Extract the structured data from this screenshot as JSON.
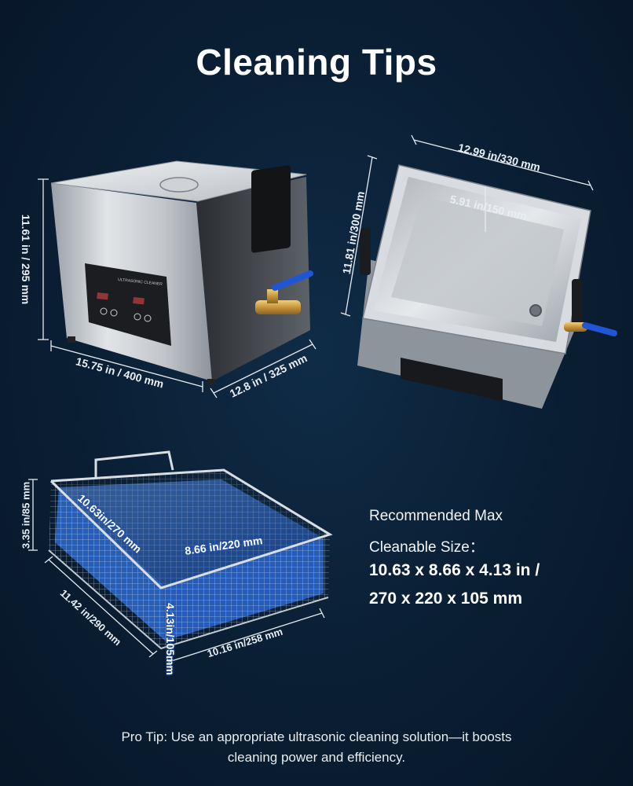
{
  "title": "Cleaning Tips",
  "panel_text": "ULTRASONIC CLEANER",
  "dims": {
    "height_outer": "11.61 in / 295 mm",
    "width_outer": "15.75 in / 400 mm",
    "depth_outer": "12.8 in / 325 mm",
    "tank_width": "12.99 in/330 mm",
    "tank_depth": "11.81 in/300 mm",
    "tank_inner": "5.91 in/150 mm",
    "basket_height": "3.35 in/85 mm",
    "basket_depth": "11.42 in/290 mm",
    "basket_width": "10.16 in/258 mm",
    "max_length": "10.63in/270 mm",
    "max_width": "8.66 in/220 mm",
    "max_height": "4.13in/105mm"
  },
  "recommend": {
    "line1": "Recommended Max",
    "line2": "Cleanable Size：",
    "line3": "10.63 x 8.66 x 4.13 in /",
    "line4": "270 x 220 x 105 mm"
  },
  "tip": {
    "line1": "Pro Tip: Use an appropriate ultrasonic cleaning solution—it boosts",
    "line2": "cleaning power and efficiency."
  },
  "colors": {
    "background": "#0a1e33",
    "steel": "#c9cdd2",
    "basket_blue": "#2e6fd8",
    "valve_handle": "#1f56d6"
  }
}
